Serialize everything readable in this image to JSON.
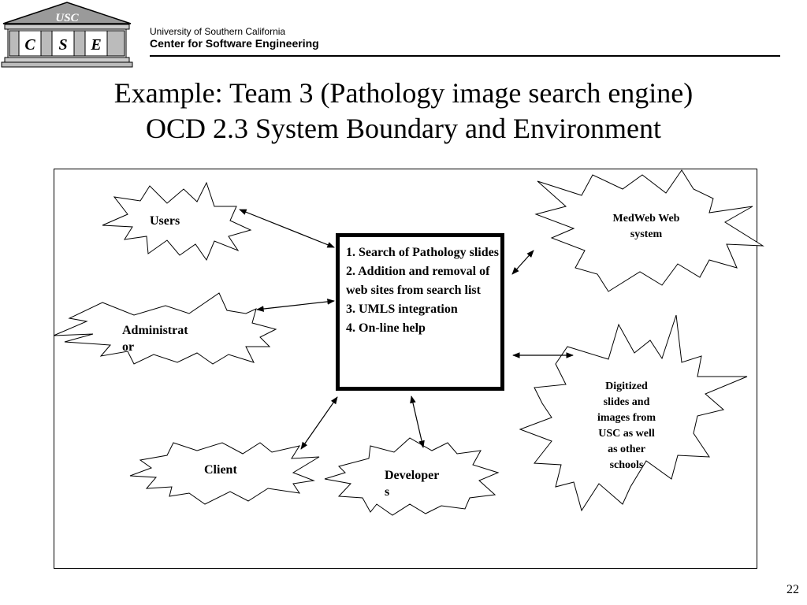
{
  "header": {
    "logo": {
      "top_text": "USC",
      "letters": [
        "C",
        "S",
        "E"
      ]
    },
    "line1": "University of Southern California",
    "line2": "Center for Software  Engineering"
  },
  "title": {
    "line1": "Example: Team 3 (Pathology image search engine)",
    "line2": "OCD 2.3 System Boundary and Environment"
  },
  "diagram": {
    "system_box": {
      "items": [
        "1. Search of Pathology slides",
        "2. Addition and removal of web sites from search list",
        "3. UMLS integration",
        "4. On-line help"
      ]
    },
    "nodes": {
      "users": "Users",
      "administrator": [
        "Administrat",
        "or"
      ],
      "client": "Client",
      "developers": [
        "Developer",
        "s"
      ],
      "medweb": [
        "MedWeb Web",
        "system"
      ],
      "digitized": [
        "Digitized",
        "slides and",
        "images from",
        "USC as well",
        "as other",
        "schools"
      ]
    }
  },
  "page_number": "22"
}
